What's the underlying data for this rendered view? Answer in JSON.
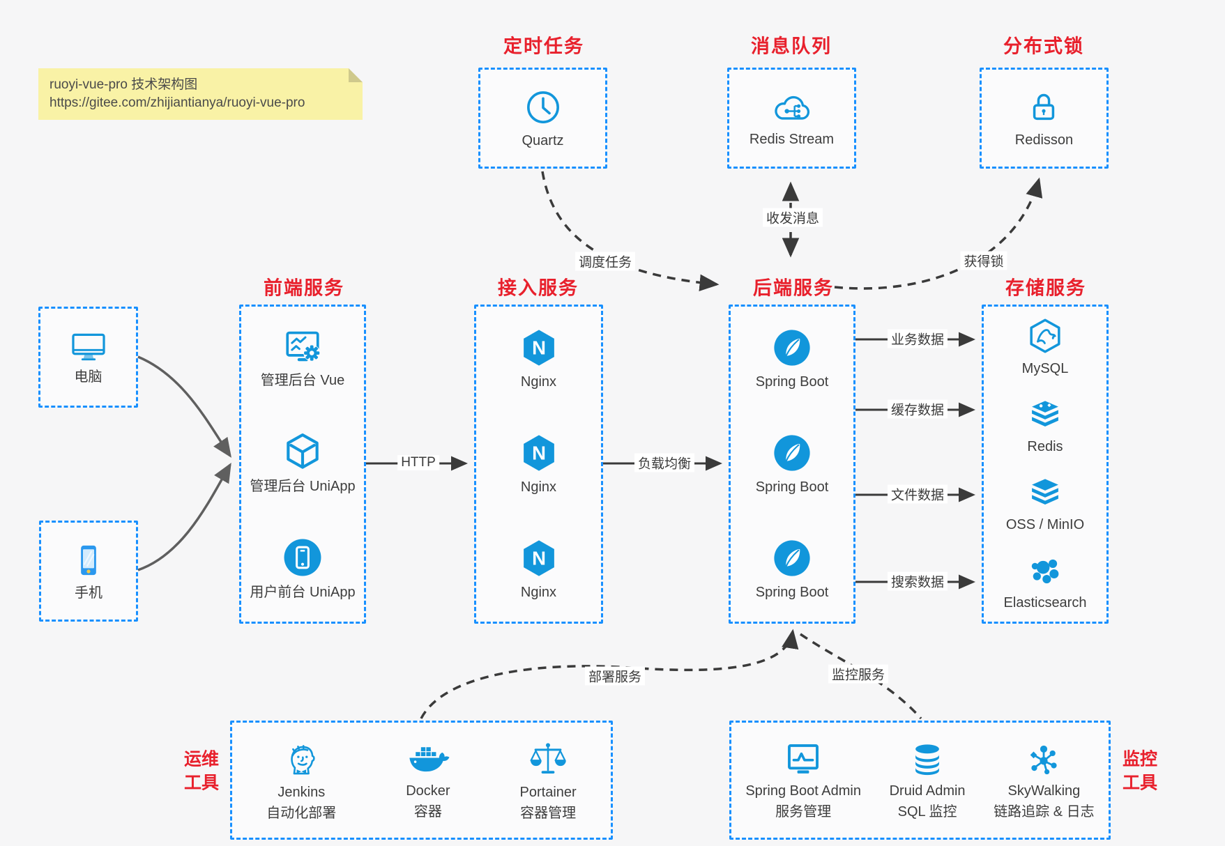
{
  "note": {
    "line1": "ruoyi-vue-pro 技术架构图",
    "line2": "https://gitee.com/zhijiantianya/ruoyi-vue-pro"
  },
  "top_services": [
    {
      "title": "定时任务",
      "item": {
        "label": "Quartz",
        "icon": "clock-icon"
      }
    },
    {
      "title": "消息队列",
      "item": {
        "label": "Redis Stream",
        "icon": "cloud-mq-icon"
      }
    },
    {
      "title": "分布式锁",
      "item": {
        "label": "Redisson",
        "icon": "lock-icon"
      }
    }
  ],
  "clients": [
    {
      "label": "电脑",
      "icon": "desktop-icon"
    },
    {
      "label": "手机",
      "icon": "phone-icon"
    }
  ],
  "columns": [
    {
      "title": "前端服务",
      "items": [
        {
          "label": "管理后台 Vue",
          "icon": "admin-vue-icon"
        },
        {
          "label": "管理后台 UniApp",
          "icon": "uniapp-cube-icon"
        },
        {
          "label": "用户前台 UniApp",
          "icon": "user-app-icon"
        }
      ]
    },
    {
      "title": "接入服务",
      "items": [
        {
          "label": "Nginx",
          "icon": "nginx-icon"
        },
        {
          "label": "Nginx",
          "icon": "nginx-icon"
        },
        {
          "label": "Nginx",
          "icon": "nginx-icon"
        }
      ]
    },
    {
      "title": "后端服务",
      "items": [
        {
          "label": "Spring Boot",
          "icon": "spring-boot-icon"
        },
        {
          "label": "Spring Boot",
          "icon": "spring-boot-icon"
        },
        {
          "label": "Spring Boot",
          "icon": "spring-boot-icon"
        }
      ]
    },
    {
      "title": "存储服务",
      "items": [
        {
          "label": "MySQL",
          "icon": "mysql-icon"
        },
        {
          "label": "Redis",
          "icon": "redis-icon"
        },
        {
          "label": "OSS / MinIO",
          "icon": "oss-icon"
        },
        {
          "label": "Elasticsearch",
          "icon": "elasticsearch-icon"
        }
      ]
    }
  ],
  "flows": {
    "http": "HTTP",
    "load_balance": "负载均衡",
    "biz": "业务数据",
    "cache": "缓存数据",
    "file": "文件数据",
    "search": "搜索数据",
    "schedule": "调度任务",
    "message": "收发消息",
    "lock": "获得锁",
    "deploy": "部署服务",
    "monitor": "监控服务"
  },
  "bottom_groups": [
    {
      "title_line1": "运维",
      "title_line2": "工具",
      "items": [
        {
          "name": "Jenkins",
          "desc": "自动化部署",
          "icon": "jenkins-icon"
        },
        {
          "name": "Docker",
          "desc": "容器",
          "icon": "docker-icon"
        },
        {
          "name": "Portainer",
          "desc": "容器管理",
          "icon": "portainer-icon"
        }
      ]
    },
    {
      "title_line1": "监控",
      "title_line2": "工具",
      "items": [
        {
          "name": "Spring Boot Admin",
          "desc": "服务管理",
          "icon": "spring-boot-admin-icon"
        },
        {
          "name": "Druid Admin",
          "desc": "SQL 监控",
          "icon": "druid-icon"
        },
        {
          "name": "SkyWalking",
          "desc": "链路追踪 & 日志",
          "icon": "skywalking-icon"
        }
      ]
    }
  ],
  "colors": {
    "border_blue": "#1890ff",
    "icon_blue": "#1296db",
    "title_red": "#e8202c",
    "note_bg": "#f9f2a6",
    "arrow_dark": "#3a3a3a",
    "arrow_grey": "#666666",
    "background": "#f6f6f7"
  }
}
